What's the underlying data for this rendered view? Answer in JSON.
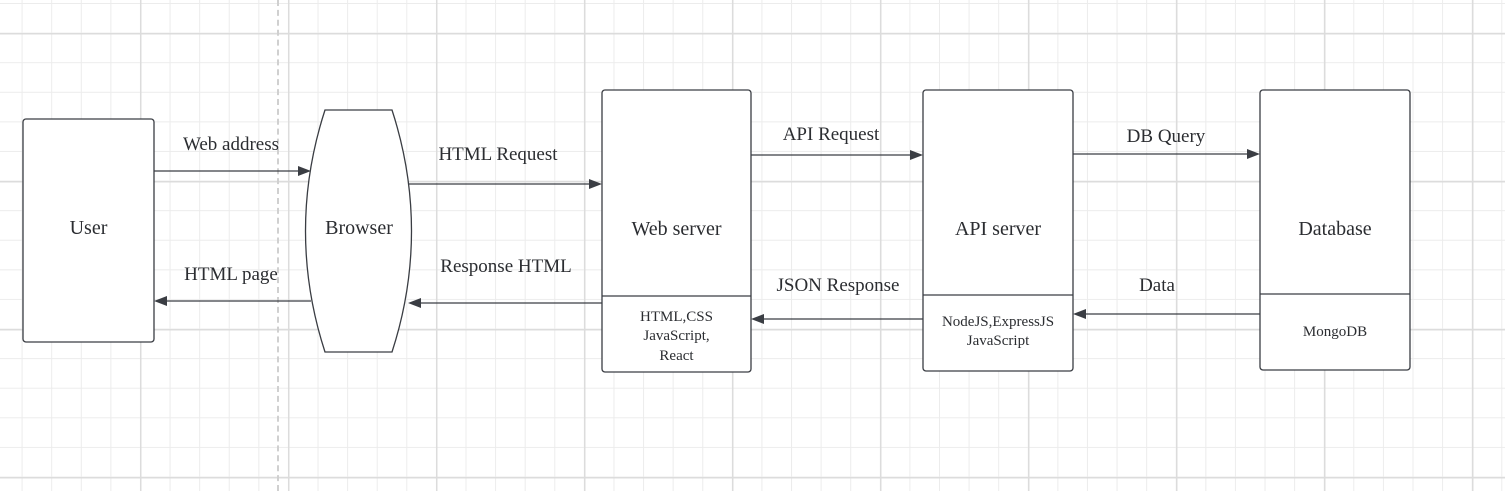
{
  "nodes": {
    "user": "User",
    "browser": "Browser",
    "web_server": "Web server",
    "web_server_stack": [
      "HTML,CSS",
      "JavaScript,",
      "React"
    ],
    "api_server": "API server",
    "api_server_stack": [
      "NodeJS,ExpressJS",
      "JavaScript"
    ],
    "database": "Database",
    "database_stack": [
      "MongoDB"
    ]
  },
  "edges": {
    "web_address": "Web address",
    "html_page": "HTML page",
    "html_request": "HTML Request",
    "response_html": "Response HTML",
    "api_request": "API Request",
    "json_response": "JSON Response",
    "db_query": "DB Query",
    "data": "Data"
  },
  "colors": {
    "stroke": "#3a3d43",
    "text": "#2b2d31",
    "grid": "#ececec",
    "background": "#ffffff"
  }
}
